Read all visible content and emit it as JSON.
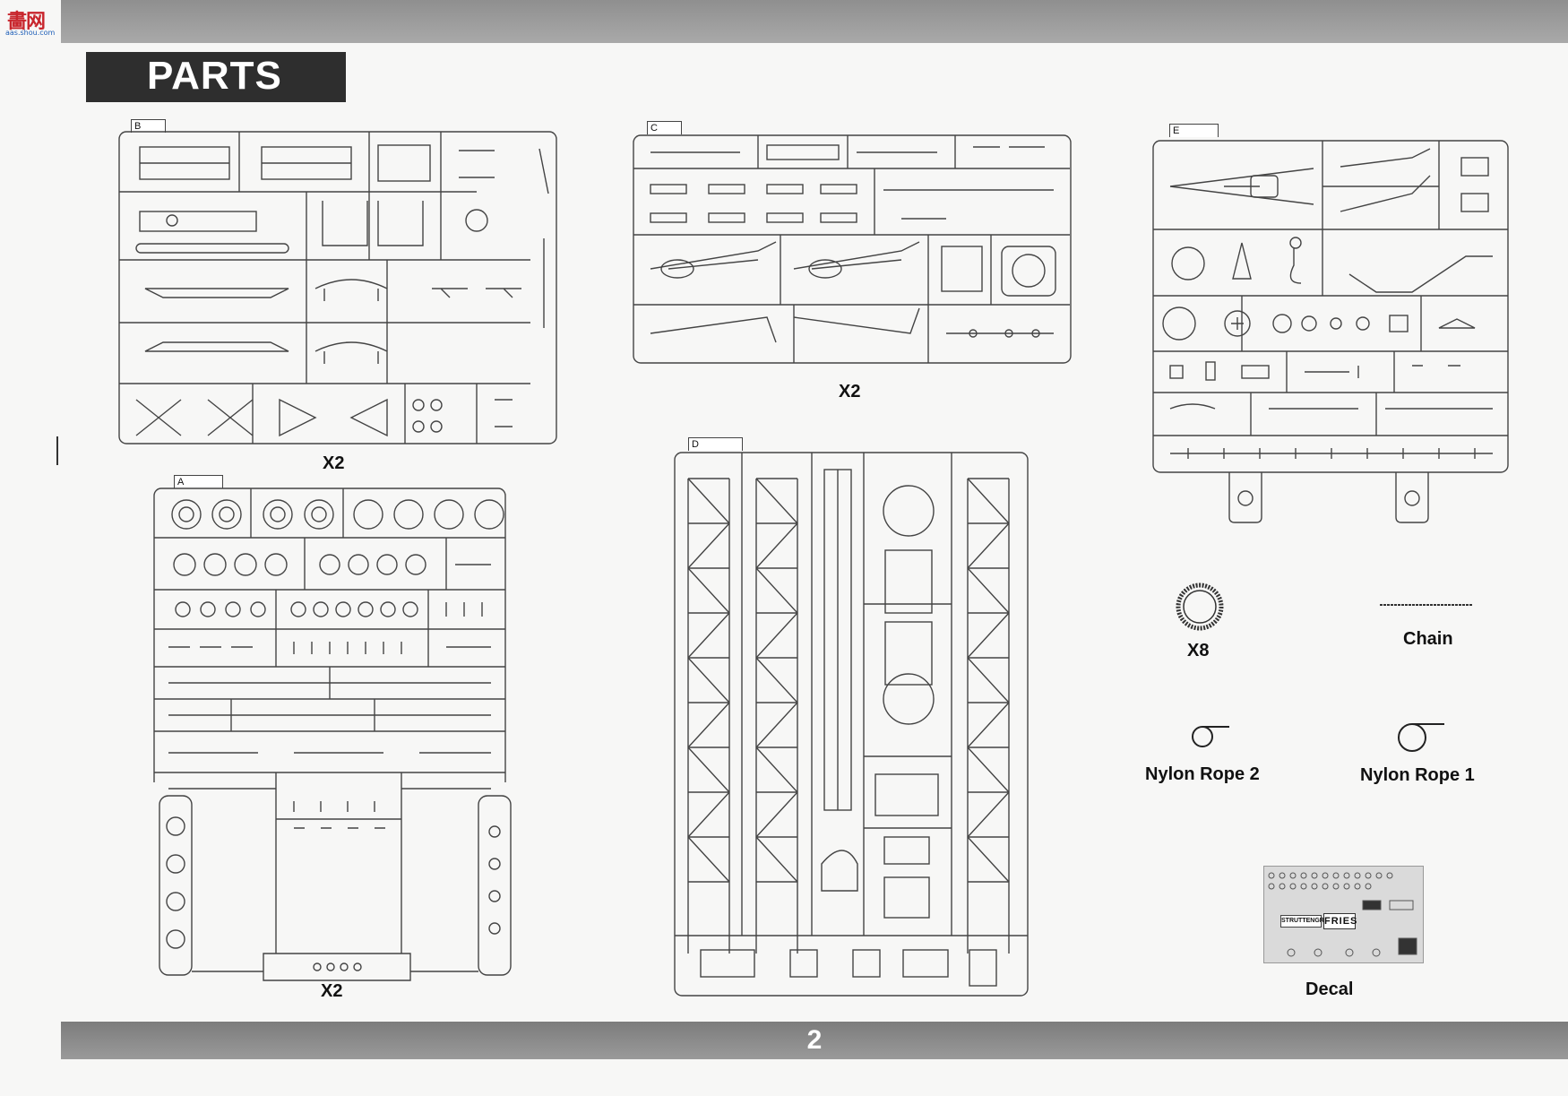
{
  "watermark": {
    "text": "畵网",
    "sub": "aas.shou.com"
  },
  "header": {
    "title": "PARTS"
  },
  "sprues": {
    "B": {
      "tab": "B",
      "multiplier": "X2"
    },
    "C": {
      "tab": "C",
      "multiplier": "X2"
    },
    "E": {
      "tab": "E"
    },
    "A": {
      "tab": "A",
      "multiplier": "X2"
    },
    "D": {
      "tab": "D"
    }
  },
  "extras": {
    "tire_qty": "X8",
    "chain": "Chain",
    "rope2": "Nylon Rope 2",
    "rope1": "Nylon Rope 1",
    "decal": "Decal"
  },
  "decal_sheet": {
    "fries": "FRIES",
    "strut": "STRUTTENGREN"
  },
  "footer": {
    "page_number": "2"
  }
}
